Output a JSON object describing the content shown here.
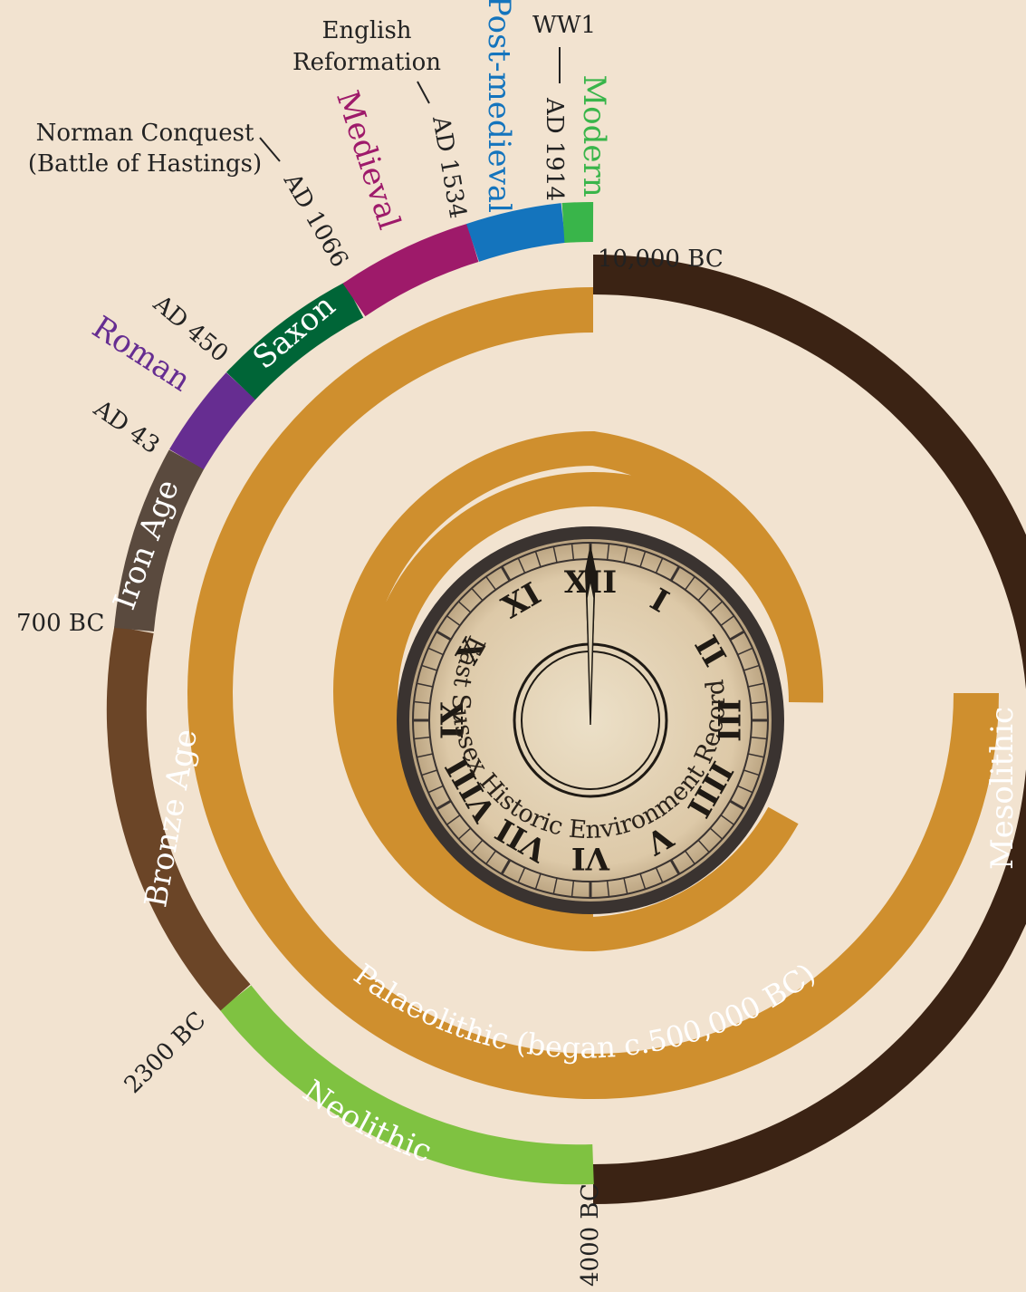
{
  "palette": {
    "background": "#f2e3d0",
    "mesolithic": "#3b2314",
    "neolithic": "#7fc241",
    "bronze_age": "#6b4527",
    "iron_age": "#5a4a3e",
    "roman": "#662d91",
    "saxon": "#006537",
    "medieval": "#9e1a6a",
    "post_medieval": "#1474bd",
    "modern": "#39b54a",
    "palaeolithic": "#cf8f2e",
    "clock_face": "#e3d3b6",
    "clock_rim": "#3a3330"
  },
  "eras": [
    {
      "key": "mesolithic",
      "label": "Mesolithic",
      "icon": "mesolithic-segment",
      "color": "#3b2314"
    },
    {
      "key": "neolithic",
      "label": "Neolithic",
      "icon": "neolithic-segment",
      "color": "#7fc241"
    },
    {
      "key": "bronze_age",
      "label": "Bronze Age",
      "icon": "bronze-age-segment",
      "color": "#6b4527"
    },
    {
      "key": "iron_age",
      "label": "Iron Age",
      "icon": "iron-age-segment",
      "color": "#5a4a3e"
    },
    {
      "key": "roman",
      "label": "Roman",
      "icon": "roman-segment",
      "color": "#662d91"
    },
    {
      "key": "saxon",
      "label": "Saxon",
      "icon": "saxon-segment",
      "color": "#006537"
    },
    {
      "key": "medieval",
      "label": "Medieval",
      "icon": "medieval-segment",
      "color": "#9e1a6a"
    },
    {
      "key": "post_medieval",
      "label": "Post-medieval",
      "icon": "post-medieval-segment",
      "color": "#1474bd"
    },
    {
      "key": "modern",
      "label": "Modern",
      "icon": "modern-segment",
      "color": "#39b54a"
    }
  ],
  "dates": {
    "start": "10,000 BC",
    "neolithic": "4000 BC",
    "bronze_age": "2300 BC",
    "iron_age": "700 BC",
    "roman": "AD 43",
    "saxon": "AD 450",
    "medieval": "AD 1066",
    "post_medieval": "AD 1534",
    "modern": "AD 1914"
  },
  "events": {
    "norman_line1": "Norman Conquest",
    "norman_line2": "(Battle of Hastings)",
    "reformation_line1": "English",
    "reformation_line2": "Reformation",
    "ww1": "WW1"
  },
  "palaeolithic_label": "Palaeolithic (began c.500,000 BC)",
  "clock": {
    "title": "East Sussex Historic Environment Record",
    "numerals": [
      "XII",
      "I",
      "II",
      "III",
      "IIII",
      "V",
      "VI",
      "VII",
      "VIII",
      "IX",
      "X",
      "XI"
    ],
    "icon": "clock-icon"
  }
}
